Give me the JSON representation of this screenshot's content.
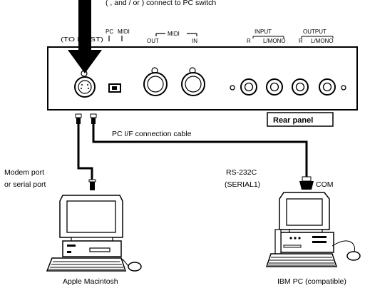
{
  "panel": {
    "top_partial_text": "( , and / or ) connect to PC switch",
    "to_host_label": "(TO HOST)",
    "pc_switch_label": "PC",
    "midi_switch_label": "MIDI",
    "midi_group_label": "MIDI",
    "midi_out_label": "OUT",
    "midi_in_label": "IN",
    "input_group_label": "INPUT",
    "input_r_label": "R",
    "input_l_label": "L/MONO",
    "output_group_label": "OUTPUT",
    "output_r_label": "R",
    "output_l_label": "L/MONO",
    "rear_panel_label": "Rear panel"
  },
  "cable_label": "PC I/F connection cable",
  "mac": {
    "port_label_line1": "Modem port",
    "port_label_line2": "or serial port",
    "computer_label": "Apple Macintosh"
  },
  "pc": {
    "port_label_line1": "RS-232C",
    "port_label_line2": "(SERIAL1)",
    "com_label": "COM",
    "computer_label": "IBM PC (compatible)"
  }
}
